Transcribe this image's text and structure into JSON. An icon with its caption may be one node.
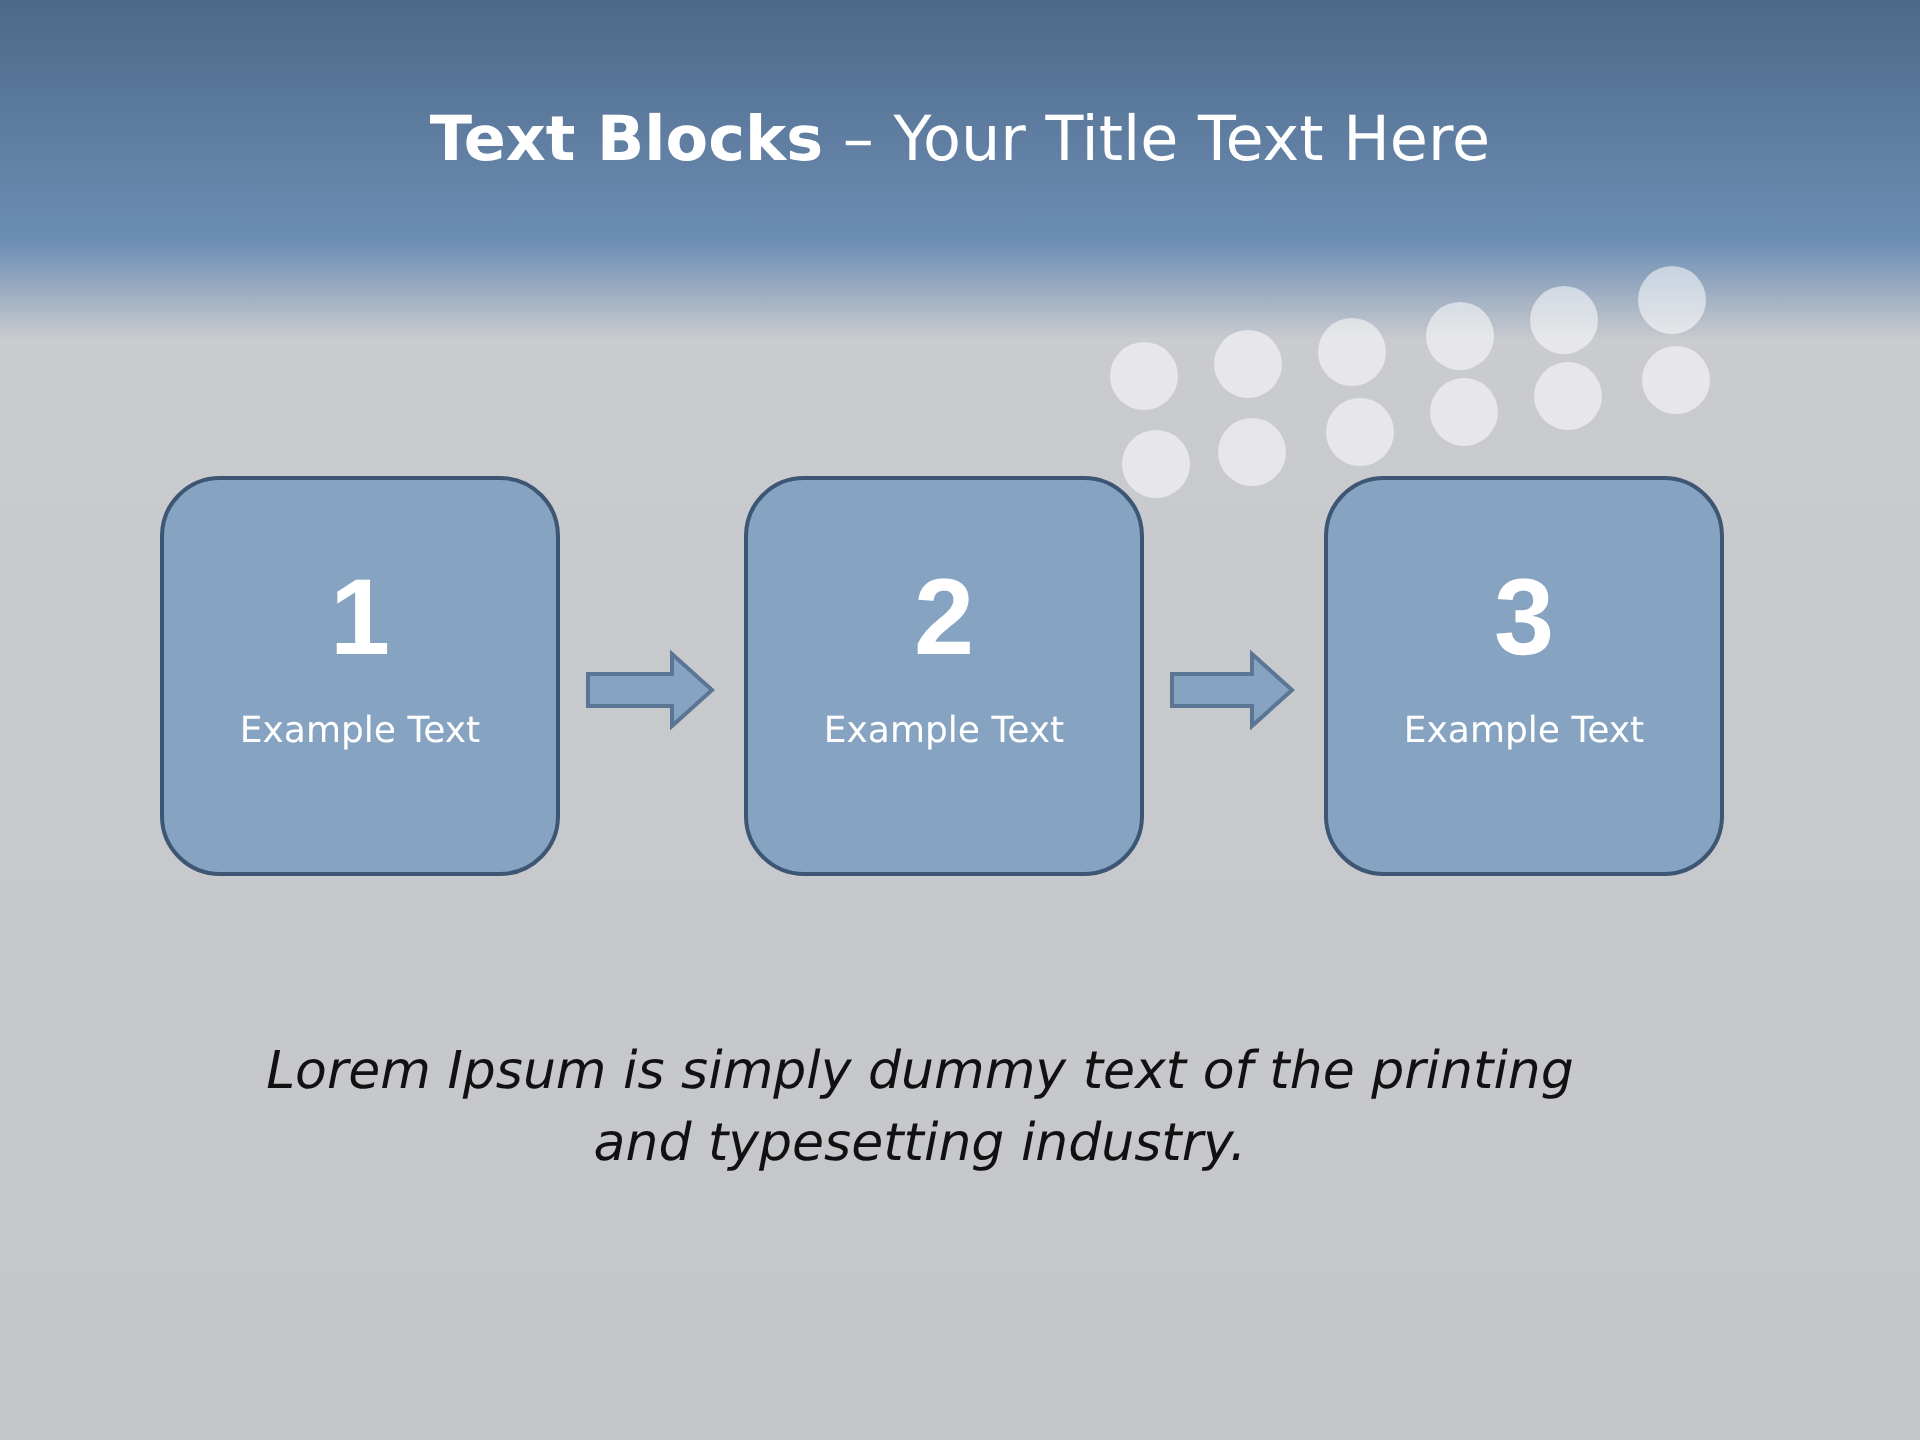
{
  "diagram": {
    "title": "**Text Blocks** – Your Title Text Here",
    "nodes": [
      {
        "text": [
          "1",
          "Example Text"
        ]
      },
      {
        "text": [
          "2",
          "Example Text"
        ]
      },
      {
        "text": [
          "3",
          "Example Text"
        ]
      }
    ],
    "edges": [
      {
        "from": 0,
        "to": 1,
        "arrow": "to"
      },
      {
        "from": 1,
        "to": 2,
        "arrow": "to"
      }
    ],
    "caption": "Lorem Ipsum is simply dummy text of the printing and typesetting industry."
  }
}
